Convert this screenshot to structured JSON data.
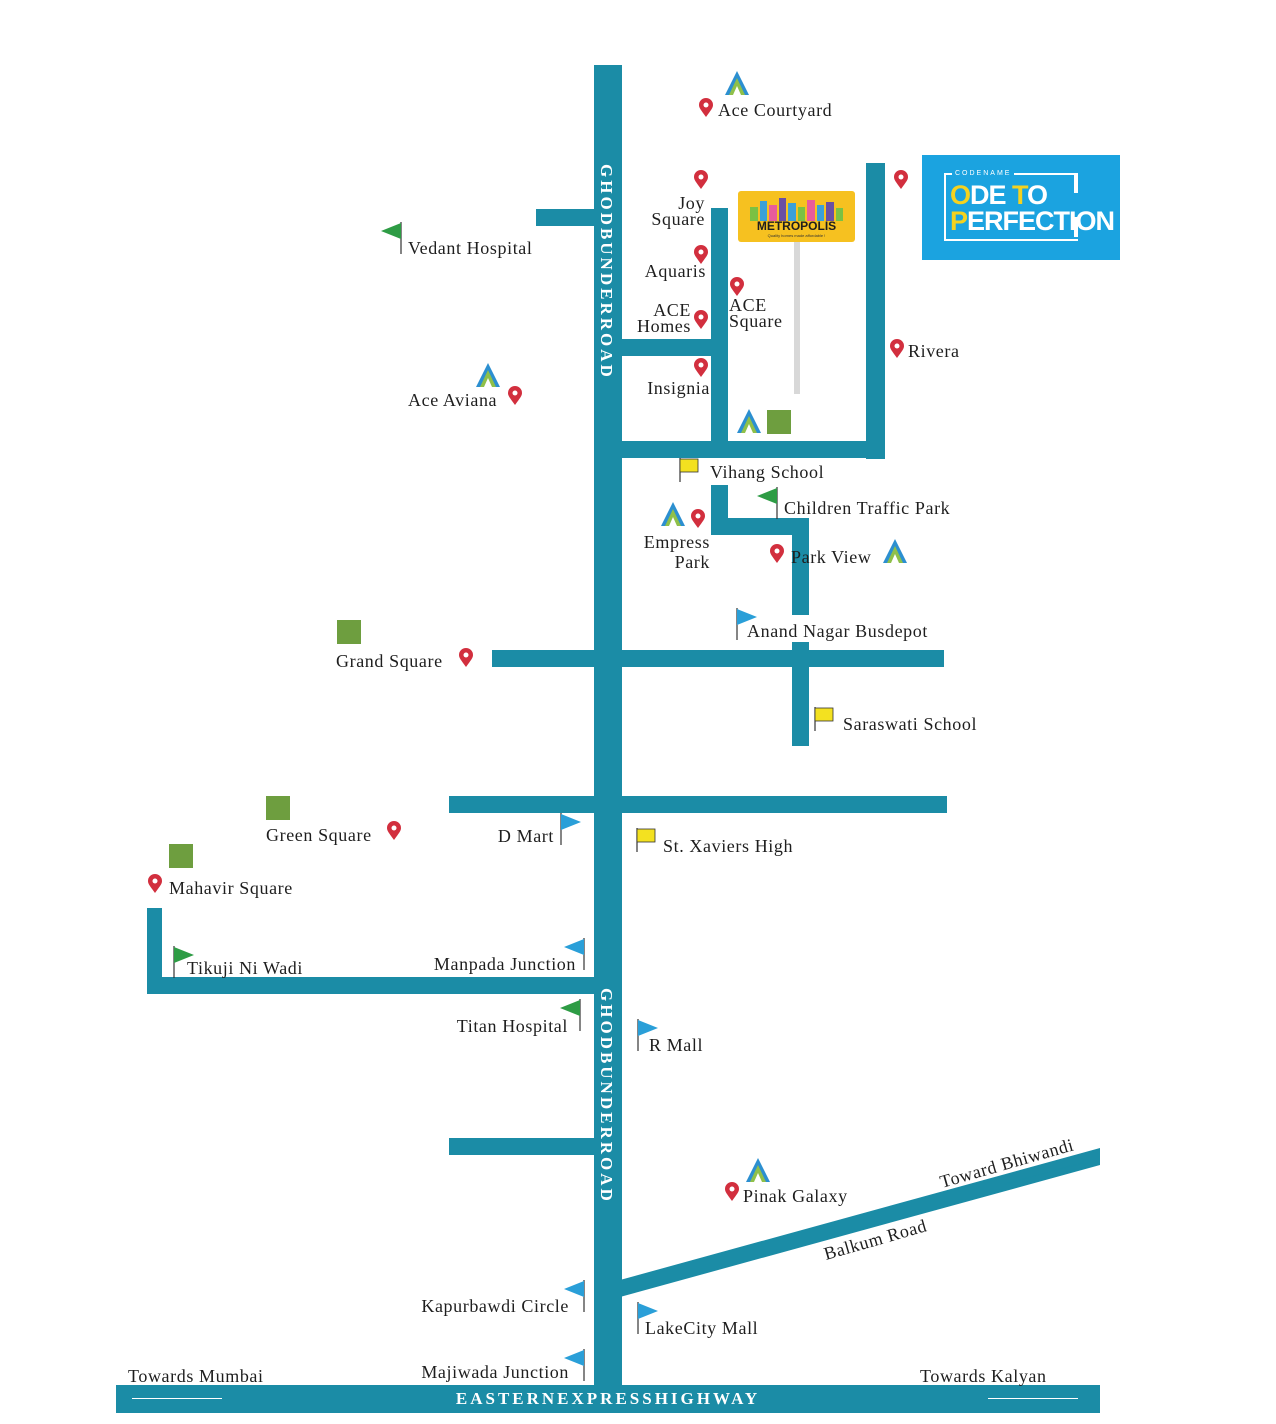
{
  "brand": {
    "codename": "CODENAME",
    "line1_a": "O",
    "line1_b": "DE ",
    "line1_c": "T",
    "line1_d": "O",
    "line2_a": "P",
    "line2_b": "ERFECTION"
  },
  "billboard": {
    "title": "METROPOLIS",
    "tagline": "Quality homes made affordable !"
  },
  "roads": {
    "main": "GHODBUNDERROAD",
    "highway": "EASTERNEXPRESSHIGHWAY",
    "balkum": "Balkum Road",
    "bhiwandi": "Toward Bhiwandi"
  },
  "directions": {
    "mumbai": "Towards Mumbai",
    "kalyan": "Towards Kalyan"
  },
  "places": {
    "ace_courtyard": "Ace Courtyard",
    "joy": "Joy",
    "square": "Square",
    "vedant_hospital": "Vedant Hospital",
    "aquaris": "Aquaris",
    "ace": "ACE",
    "homes": "Homes",
    "ace_sq_1": "ACE",
    "ace_sq_2": "Square",
    "rivera": "Rivera",
    "ace_aviana": "Ace Aviana",
    "insignia": "Insignia",
    "vihang_school": "Vihang School",
    "children_traffic_park": "Children Traffic Park",
    "empress": "Empress",
    "park": "Park",
    "park_view": "Park View",
    "anand_nagar_busdepot": "Anand Nagar Busdepot",
    "grand_square": "Grand Square",
    "saraswati_school": "Saraswati School",
    "green_square": "Green Square",
    "d_mart": "D Mart",
    "st_xaviers_high": "St. Xaviers High",
    "mahavir_square": "Mahavir Square",
    "tikuji_ni_wadi": "Tikuji Ni Wadi",
    "manpada_junction": "Manpada Junction",
    "titan_hospital": "Titan Hospital",
    "r_mall": "R Mall",
    "pinak_galaxy": "Pinak Galaxy",
    "kapurbawdi_circle": "Kapurbawdi Circle",
    "lakecity_mall": "LakeCity Mall",
    "majiwada_junction": "Majiwada Junction"
  },
  "colors": {
    "road": "#1b8ca6",
    "pin": "#d22f3e",
    "flag_green": "#2e9c45",
    "flag_blue": "#2a9fd8",
    "flag_yellow": "#f3e120",
    "square_green": "#6e9e3f",
    "brand_blue": "#1ba3e0",
    "billboard_yellow": "#f6c120"
  },
  "icons": [
    "map-pin-icon",
    "flag-icon",
    "ace-logo-icon",
    "green-square-icon"
  ]
}
